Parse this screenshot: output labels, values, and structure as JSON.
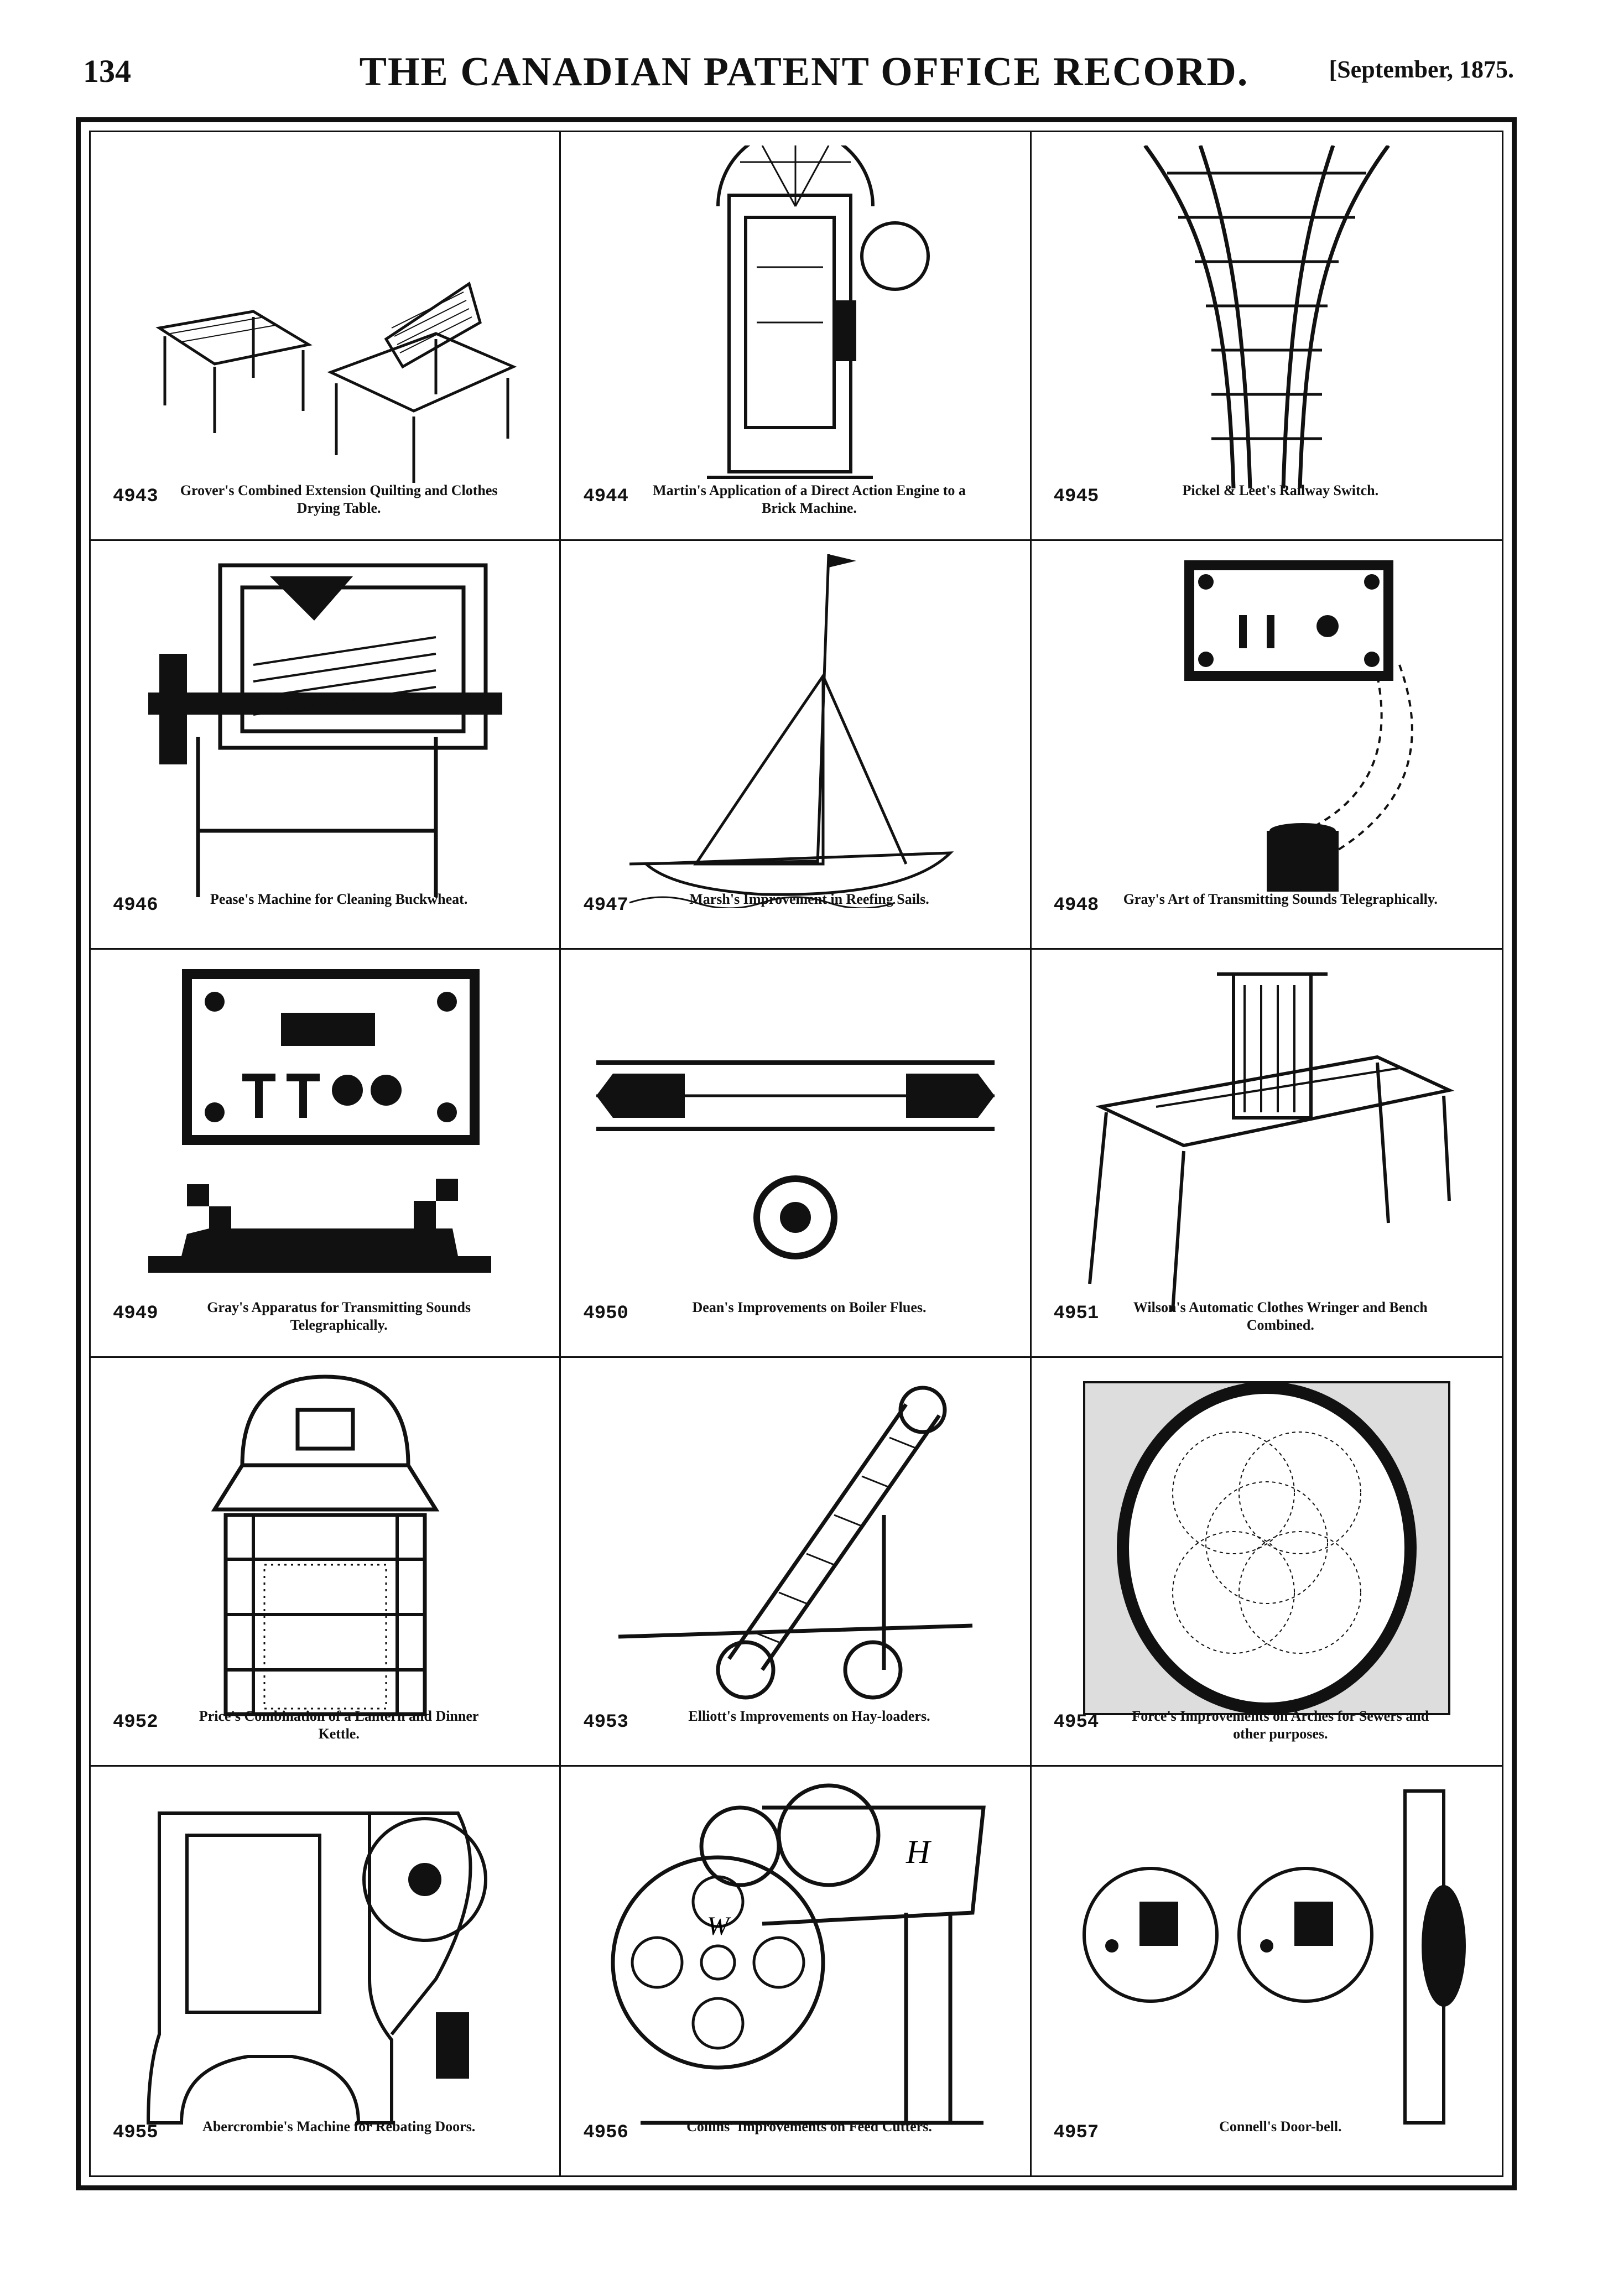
{
  "header": {
    "page_number": "134",
    "journal_title": "THE CANADIAN PATENT OFFICE RECORD.",
    "issue_date": "[September, 1875."
  },
  "patents": [
    {
      "number": "4943",
      "caption": "Grover's Combined Extension Quilting and Clothes Drying Table.",
      "figure": "table-drawing"
    },
    {
      "number": "4944",
      "caption": "Martin's Application of a Direct Action Engine to a Brick Machine.",
      "figure": "brick-machine-drawing"
    },
    {
      "number": "4945",
      "caption": "Pickel & Leet's Railway Switch.",
      "figure": "railway-switch-drawing"
    },
    {
      "number": "4946",
      "caption": "Pease's Machine for Cleaning Buckwheat.",
      "figure": "buckwheat-cleaner-drawing"
    },
    {
      "number": "4947",
      "caption": "Marsh's Improvement in Reefing Sails.",
      "figure": "sailboat-drawing"
    },
    {
      "number": "4948",
      "caption": "Gray's Art of Transmitting Sounds Telegraphically.",
      "figure": "telegraph-box-drawing"
    },
    {
      "number": "4949",
      "caption": "Gray's Apparatus for Transmitting Sounds Telegraphically.",
      "figure": "telegraph-apparatus-drawing"
    },
    {
      "number": "4950",
      "caption": "Dean's Improvements on Boiler Flues.",
      "figure": "boiler-flue-drawing"
    },
    {
      "number": "4951",
      "caption": "Wilson's Automatic Clothes Wringer and Bench Combined.",
      "figure": "wringer-bench-drawing"
    },
    {
      "number": "4952",
      "caption": "Price's Combination of a Lantern and Dinner Kettle.",
      "figure": "lantern-kettle-drawing"
    },
    {
      "number": "4953",
      "caption": "Elliott's Improvements on Hay-loaders.",
      "figure": "hay-loader-drawing"
    },
    {
      "number": "4954",
      "caption": "Force's Improvements on Arches for Sewers and other purposes.",
      "figure": "sewer-arch-drawing"
    },
    {
      "number": "4955",
      "caption": "Abercrombie's Machine for Rebating Doors.",
      "figure": "rebating-machine-drawing"
    },
    {
      "number": "4956",
      "caption": "Collins' Improvements on Feed Cutters.",
      "figure": "feed-cutter-drawing"
    },
    {
      "number": "4957",
      "caption": "Connell's Door-bell.",
      "figure": "door-bell-drawing"
    }
  ]
}
